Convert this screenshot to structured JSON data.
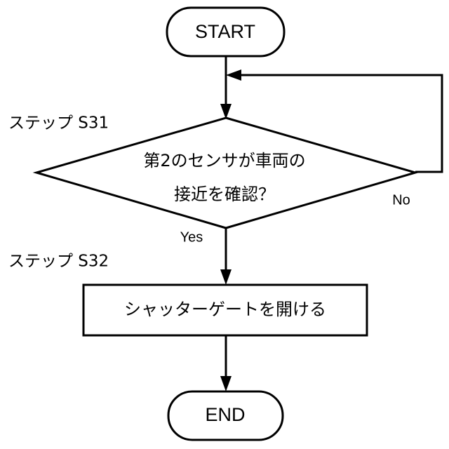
{
  "diagram": {
    "title": "",
    "colors": {
      "background": "#ffffff",
      "stroke": "#000000",
      "fill": "#ffffff"
    },
    "nodes": {
      "start": {
        "label": "START",
        "shape": "terminator"
      },
      "decision": {
        "line1": "第2のセンサが車両の",
        "line2": "接近を確認？",
        "shape": "diamond"
      },
      "process": {
        "label": "シャッターゲートを開ける",
        "shape": "rectangle"
      },
      "end": {
        "label": "END",
        "shape": "terminator"
      }
    },
    "step_labels": {
      "s31": "ステップ S31",
      "s32": "ステップ S32"
    },
    "branches": {
      "yes": "Yes",
      "no": "No"
    }
  }
}
